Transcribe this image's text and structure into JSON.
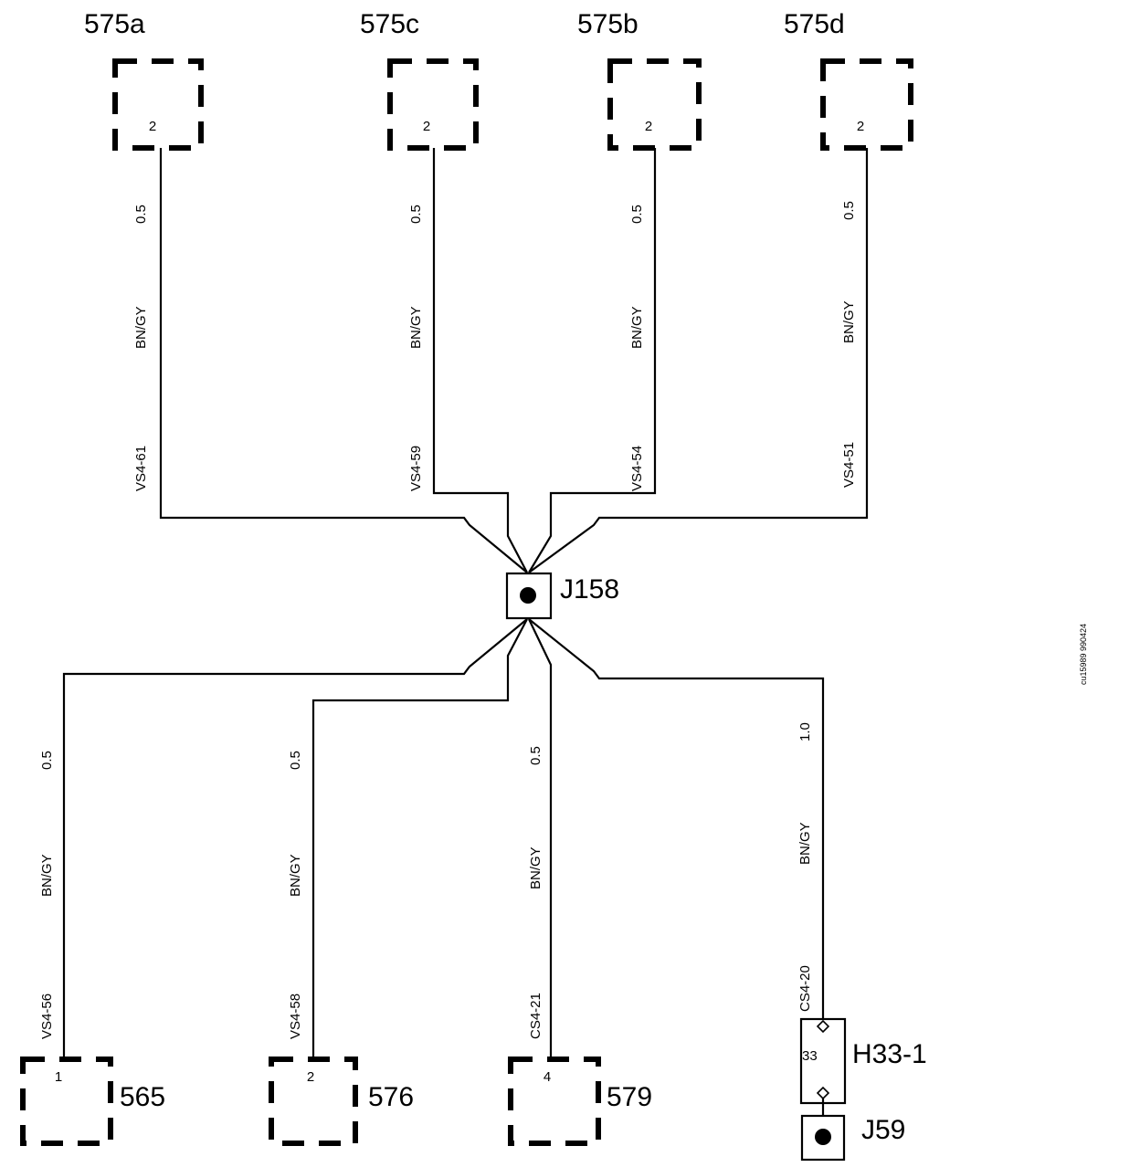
{
  "splice": {
    "label": "J158"
  },
  "top_connectors": [
    {
      "label": "575a",
      "pin": "2",
      "size": "0.5",
      "color": "BN/GY",
      "circuit": "VS4-61"
    },
    {
      "label": "575c",
      "pin": "2",
      "size": "0.5",
      "color": "BN/GY",
      "circuit": "VS4-59"
    },
    {
      "label": "575b",
      "pin": "2",
      "size": "0.5",
      "color": "BN/GY",
      "circuit": "VS4-54"
    },
    {
      "label": "575d",
      "pin": "2",
      "size": "0.5",
      "color": "BN/GY",
      "circuit": "VS4-51"
    }
  ],
  "bottom_connectors": [
    {
      "label": "565",
      "pin": "1",
      "size": "0.5",
      "color": "BN/GY",
      "circuit": "VS4-56"
    },
    {
      "label": "576",
      "pin": "2",
      "size": "0.5",
      "color": "BN/GY",
      "circuit": "VS4-58"
    },
    {
      "label": "579",
      "pin": "4",
      "size": "0.5",
      "color": "BN/GY",
      "circuit": "CS4-21"
    }
  ],
  "inline_connector": {
    "label": "H33-1",
    "pin": "33",
    "size": "1.0",
    "color": "BN/GY",
    "circuit": "CS4-20"
  },
  "ground": {
    "label": "J59"
  },
  "drawing_ref": "cu15989 990424"
}
